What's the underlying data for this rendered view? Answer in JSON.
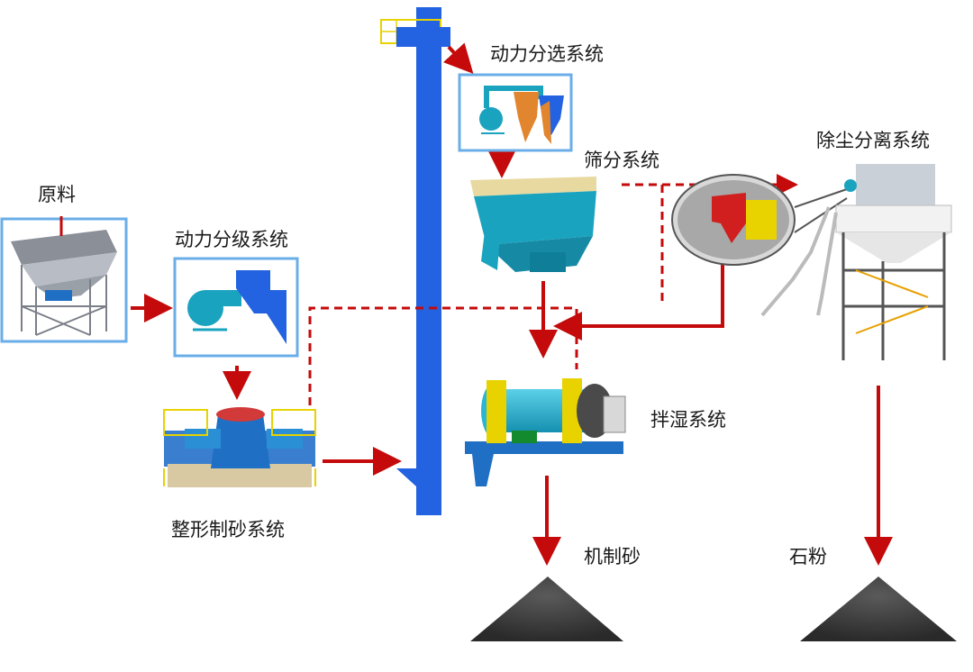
{
  "labels": {
    "raw_material": "原料",
    "dynamic_classification": "动力分级系统",
    "shaping_sand_making": "整形制砂系统",
    "dynamic_separation": "动力分选系统",
    "screening": "筛分系统",
    "dust_removal": "除尘分离系统",
    "wet_mixing": "拌湿系统",
    "machine_made_sand": "机制砂",
    "stone_powder": "石粉"
  },
  "colors": {
    "flow_arrow": "#c40a0a",
    "elevator": "#2362e0",
    "box_border": "#6aaee8",
    "machine_teal": "#1aa3bf",
    "machine_blue": "#1f6fc4",
    "cyclone_orange": "#e2852f",
    "pile_dark": "#3a3a3a"
  }
}
